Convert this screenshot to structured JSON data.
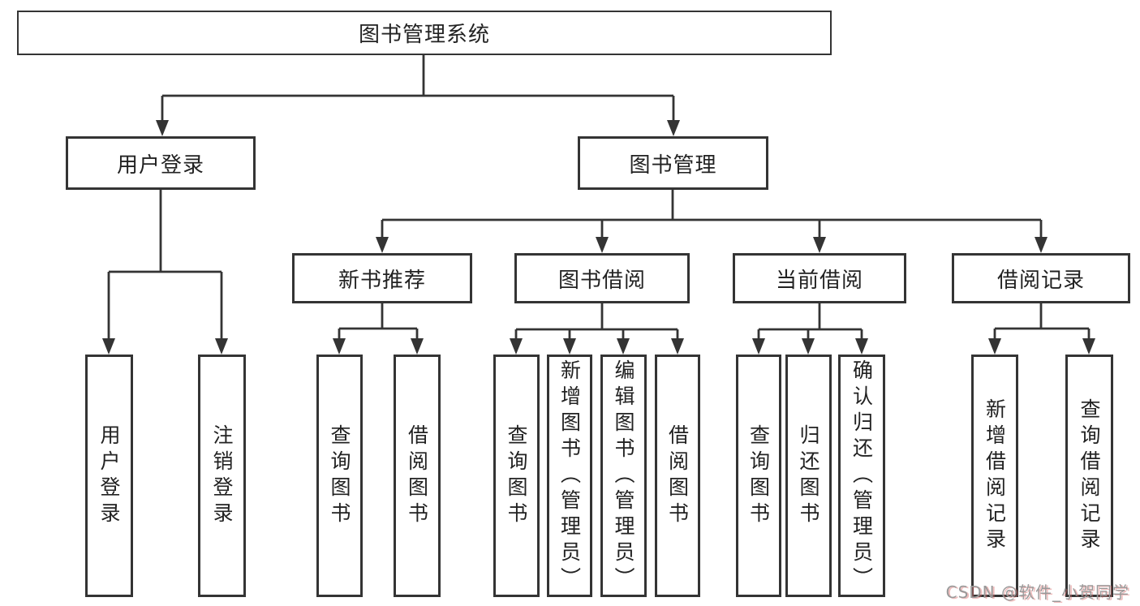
{
  "page": {
    "background": "#ffffff"
  },
  "colors": {
    "line": "#343434",
    "box_border": "#343434",
    "text": "#222222",
    "watermark": "#9a9a9a"
  },
  "watermark": {
    "text": "CSDN @软件_小贺同学"
  },
  "tree": {
    "root": {
      "label": "图书管理系统"
    },
    "children": [
      {
        "label": "用户登录",
        "children": [
          {
            "label": "用户登录"
          },
          {
            "label": "注销登录"
          }
        ]
      },
      {
        "label": "图书管理",
        "children": [
          {
            "label": "新书推荐",
            "children": [
              {
                "label": "查询图书"
              },
              {
                "label": "借阅图书"
              }
            ]
          },
          {
            "label": "图书借阅",
            "children": [
              {
                "label": "查询图书"
              },
              {
                "label": "新增图书（管理员）"
              },
              {
                "label": "编辑图书（管理员）"
              },
              {
                "label": "借阅图书"
              }
            ]
          },
          {
            "label": "当前借阅",
            "children": [
              {
                "label": "查询图书"
              },
              {
                "label": "归还图书"
              },
              {
                "label": "确认归还（管理员）"
              }
            ]
          },
          {
            "label": "借阅记录",
            "children": [
              {
                "label": "新增借阅记录"
              },
              {
                "label": "查询借阅记录"
              }
            ]
          }
        ]
      }
    ]
  }
}
